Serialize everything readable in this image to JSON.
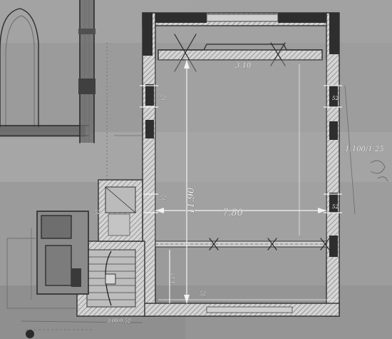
{
  "drawing": {
    "top_wall_dimension": "3.10",
    "hall_length": "11.90",
    "hall_width": "7.80",
    "scale_note": "1:100/1:25",
    "stair_dimension": "1.17",
    "bottom_margin_note": "3.00/0.52",
    "jamb_marks": [
      "52",
      "52",
      "52",
      "52",
      "52",
      "52"
    ],
    "colors": {
      "paper": "#9a9a9a",
      "ink": "#2a2a2a",
      "chalk": "#f2f2f2"
    }
  }
}
